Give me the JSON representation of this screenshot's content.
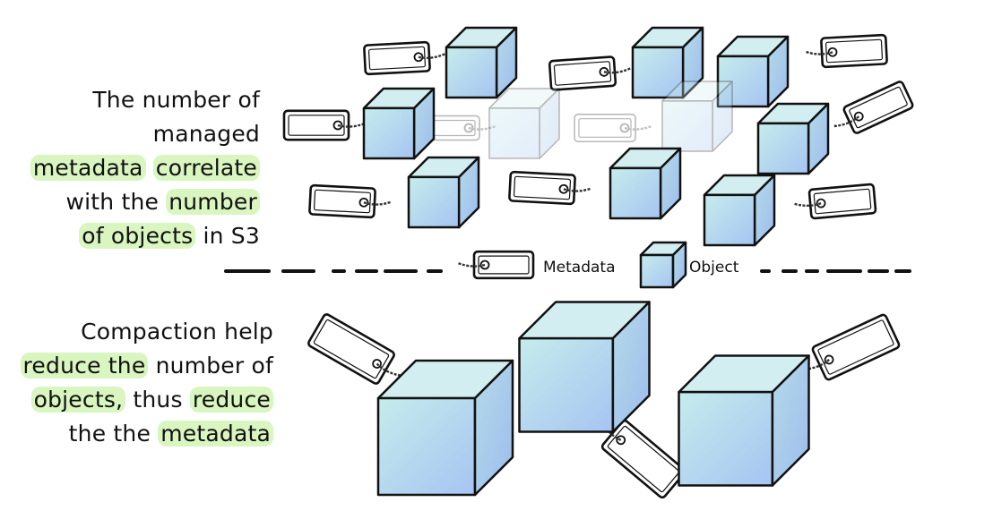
{
  "top_text": {
    "line1": "The number of",
    "line2": "managed",
    "line3a": "metadata",
    "line3b": "correlate",
    "line4a": "with the ",
    "line4b": "number",
    "line5a": "of objects",
    "line5b": " in S3"
  },
  "bottom_text": {
    "line1": "Compaction help",
    "line2a": "reduce the",
    "line2b": " number of",
    "line3a": "objects,",
    "line3b": " thus ",
    "line3c": "reduce",
    "line4a": "the the ",
    "line4b": "metadata"
  },
  "legend": {
    "metadata": "Metadata",
    "object": "Object"
  },
  "colors": {
    "highlight": "#d9f5c0",
    "cube_face": "#bfe3ee",
    "cube_blue": "#a9c8f0",
    "outline": "#111111"
  }
}
